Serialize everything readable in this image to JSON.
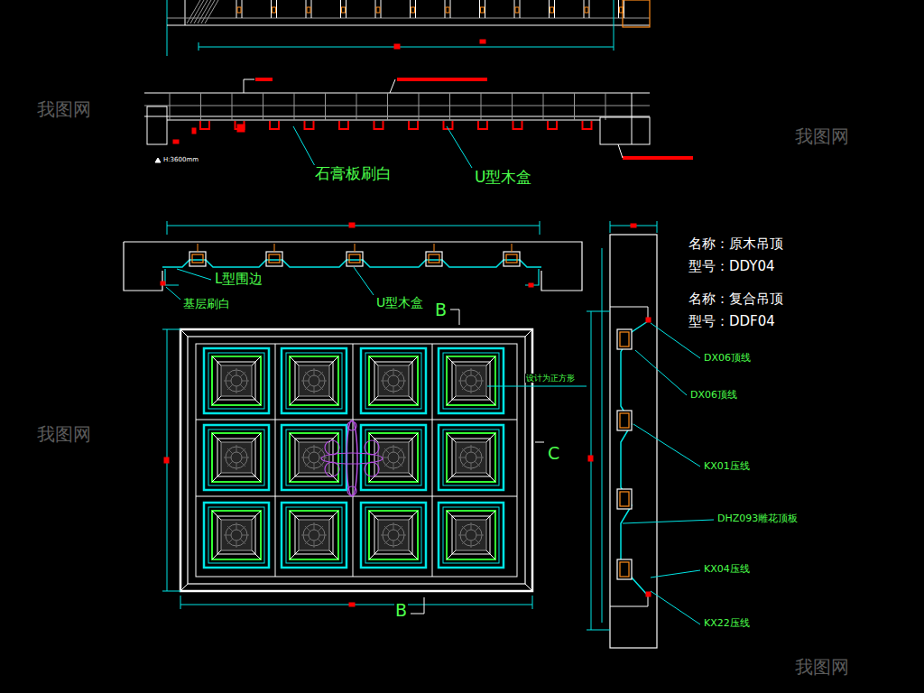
{
  "diagram": {
    "labels": [
      "石膏板刷白",
      "U型木盒",
      "H:3600mm",
      "L型围边",
      "基层刷白",
      "U型木盒",
      "B",
      "设计为正方形",
      "C",
      "B",
      "名称：原木吊顶",
      "型号：DDY04",
      "名称：复合吊顶",
      "型号：DDF04",
      "DX06顶线",
      "DX06顶线",
      "KX01压线",
      "DHZ093雕花顶板",
      "KX04压线",
      "KX22压线",
      "我图网",
      "我图网",
      "我图网",
      "我图网"
    ]
  }
}
